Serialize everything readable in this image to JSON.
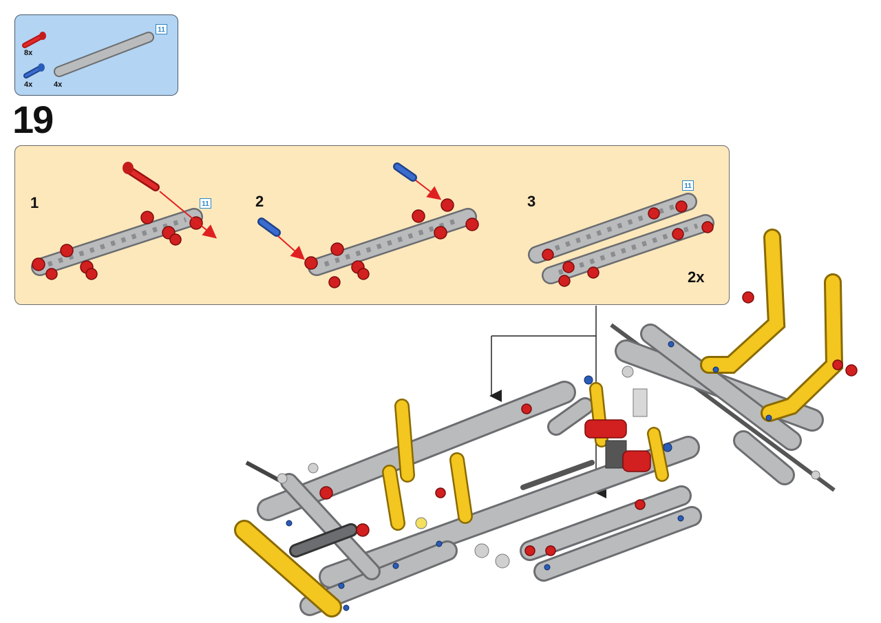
{
  "parts_callout": {
    "items": [
      {
        "part": "red-friction-pin-icon",
        "qty": "8x"
      },
      {
        "part": "blue-axle-pin-icon",
        "qty": "4x"
      },
      {
        "part": "gray-beam-11-icon",
        "qty": "4x"
      }
    ],
    "beam_length_label": "11"
  },
  "step": {
    "number": "19",
    "substeps": [
      {
        "label": "1",
        "beam_length_label": "11"
      },
      {
        "label": "2"
      },
      {
        "label": "3",
        "beam_length_label": "11",
        "multiplier": "2x"
      }
    ]
  },
  "colors": {
    "parts_callout_bg": "#b3d4f2",
    "substep_bg": "#fde8bc",
    "beam_gray": "#9ea0a2",
    "pin_red": "#d21f1f",
    "pin_blue": "#2a5cb8",
    "beam_yellow": "#f3c620"
  }
}
